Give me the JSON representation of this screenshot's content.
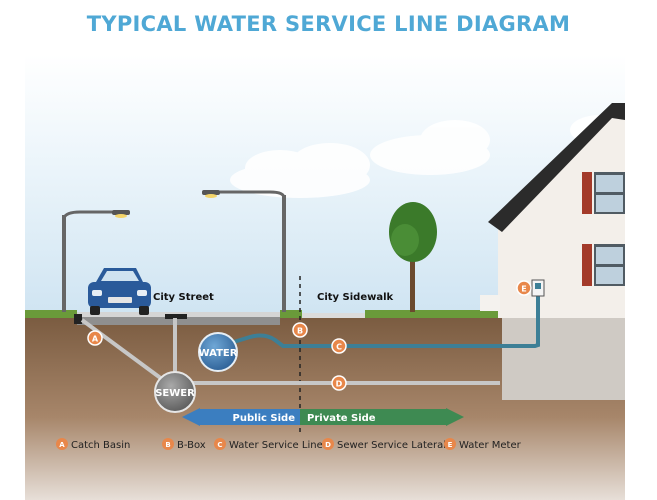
{
  "title": "TYPICAL WATER SERVICE LINE DIAGRAM",
  "labels": {
    "city_street": "City Street",
    "city_sidewalk": "City Sidewalk",
    "water": "WATER",
    "sewer": "SEWER",
    "public_side": "Public Side",
    "private_side": "Private Side"
  },
  "markers": {
    "a": "A",
    "b": "B",
    "c": "C",
    "d": "D",
    "e": "E"
  },
  "legend": [
    {
      "letter": "A",
      "label": "Catch Basin"
    },
    {
      "letter": "B",
      "label": "B-Box"
    },
    {
      "letter": "C",
      "label": "Water Service Line"
    },
    {
      "letter": "D",
      "label": "Sewer Service Lateral"
    },
    {
      "letter": "E",
      "label": "Water Meter"
    }
  ],
  "colors": {
    "title": "#4fa8d5",
    "marker": "#e8874a",
    "water_pipe": "#3d7f96",
    "sewer_pipe": "#c7c7c7",
    "public_arrow": "#3b7ec0",
    "private_arrow": "#3e8a52",
    "soil": "#7b5a3e",
    "grass": "#6a9a3a"
  }
}
